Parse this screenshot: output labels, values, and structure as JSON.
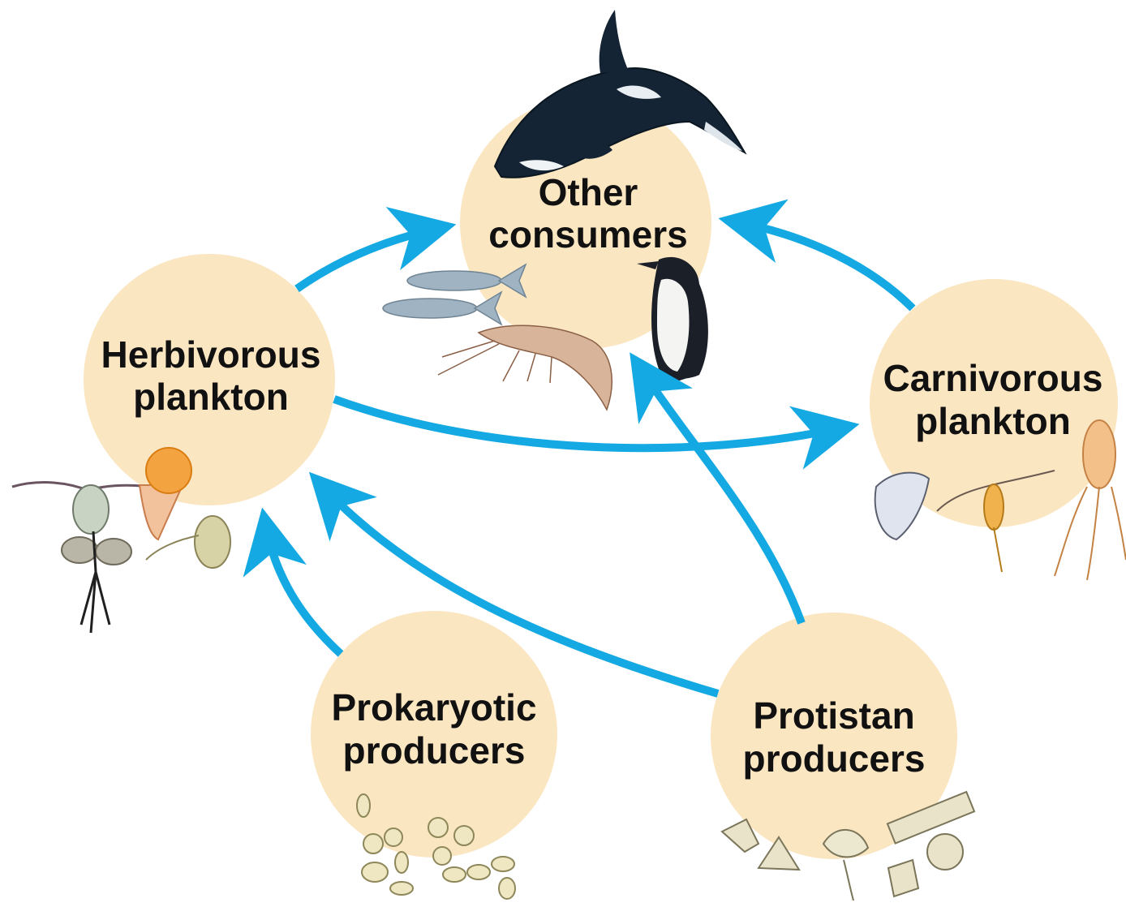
{
  "colors": {
    "circle": "#fbe6c2",
    "arrow": "#15a9e3",
    "background": "#ffffff"
  },
  "nodes": {
    "other_consumers": {
      "line1": "Other",
      "line2": "consumers",
      "icons": [
        "orca-icon",
        "fish-icon",
        "krill-icon",
        "penguin-icon"
      ]
    },
    "herbivorous_plankton": {
      "line1": "Herbivorous",
      "line2": "plankton",
      "icons": [
        "copepod-icon",
        "rotifer-icon",
        "ciliate-icon"
      ]
    },
    "carnivorous_plankton": {
      "line1": "Carnivorous",
      "line2": "plankton",
      "icons": [
        "larva-icon",
        "copepod-icon",
        "siphonophore-icon"
      ]
    },
    "prokaryotic_producers": {
      "line1": "Prokaryotic",
      "line2": "producers",
      "icons": [
        "bacteria-cluster-icon"
      ]
    },
    "protistan_producers": {
      "line1": "Protistan",
      "line2": "producers",
      "icons": [
        "diatom-icon",
        "dinoflagellate-icon"
      ]
    }
  },
  "flows": [
    {
      "from": "herbivorous_plankton",
      "to": "other_consumers"
    },
    {
      "from": "carnivorous_plankton",
      "to": "other_consumers"
    },
    {
      "from": "herbivorous_plankton",
      "to": "carnivorous_plankton"
    },
    {
      "from": "prokaryotic_producers",
      "to": "herbivorous_plankton"
    },
    {
      "from": "protistan_producers",
      "to": "herbivorous_plankton"
    },
    {
      "from": "protistan_producers",
      "to": "other_consumers"
    }
  ]
}
